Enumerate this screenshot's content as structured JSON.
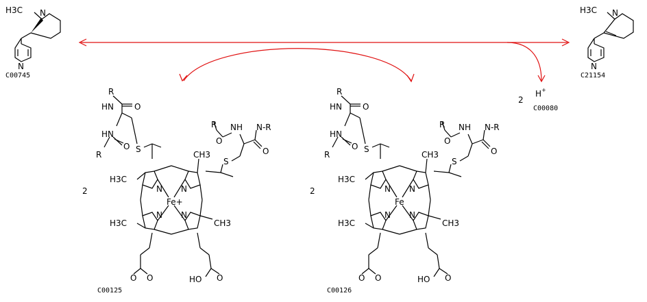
{
  "reaction": {
    "left": [
      {
        "id": "C00745",
        "coefficient": ""
      },
      {
        "id": "C00125",
        "coefficient": "2"
      }
    ],
    "right": [
      {
        "id": "C21154",
        "coefficient": ""
      },
      {
        "id": "C00126",
        "coefficient": "2"
      },
      {
        "id": "C00080",
        "coefficient": "2",
        "formula": "H",
        "charge": "+"
      }
    ],
    "arrow_color": "#e01010"
  },
  "atoms": {
    "methyl": "H3C",
    "ch3": "CH3",
    "nitrogen": "N",
    "oxygen": "O",
    "sulfur": "S",
    "r_group": "R",
    "hn": "HN",
    "nh": "NH",
    "nr": "N-R",
    "ho": "HO",
    "iron_ferric": "Fe+",
    "iron_ferrous": "Fe"
  }
}
